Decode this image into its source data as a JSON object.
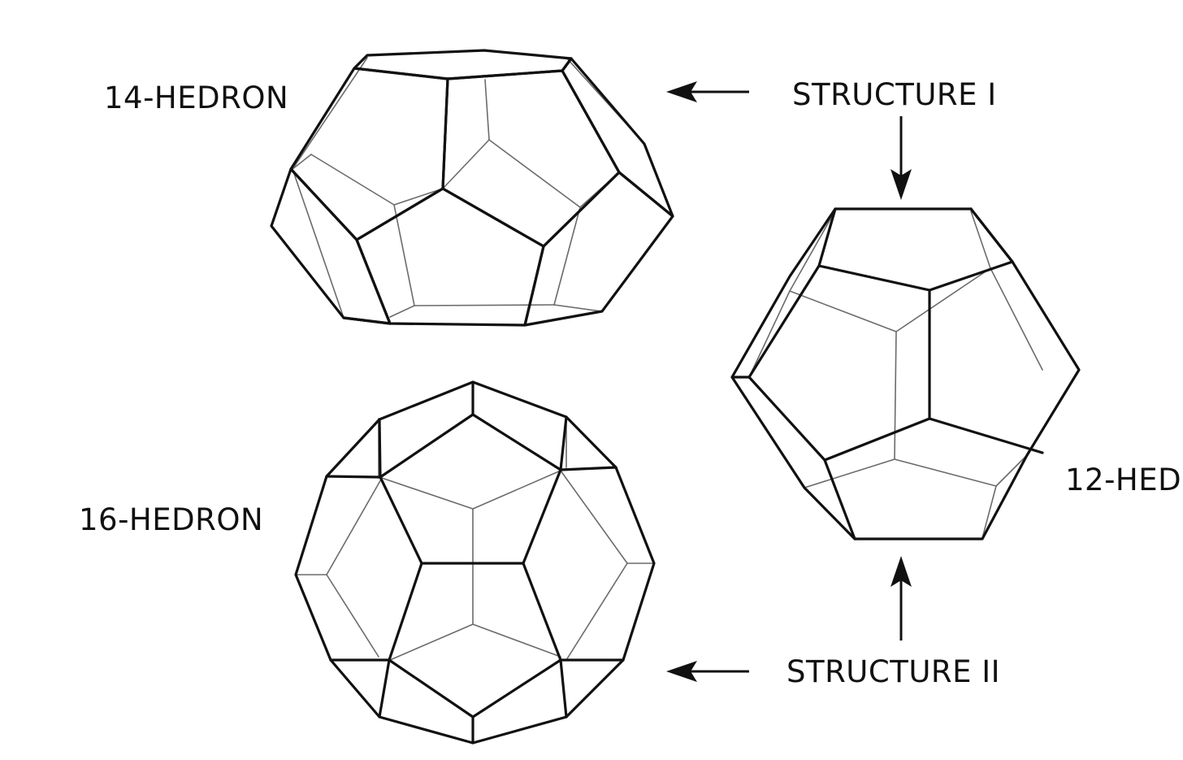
{
  "labels": {
    "tetrakaidecahedron": "14-HEDRON",
    "hexakaidecahedron": "16-HEDRON",
    "dodecahedron": "12-HED",
    "structure_1": "STRUCTURE I",
    "structure_2": "STRUCTURE II"
  },
  "colors": {
    "front_edges": "#111111",
    "hidden_edges": "#6b6b6b",
    "background": "#ffffff"
  }
}
